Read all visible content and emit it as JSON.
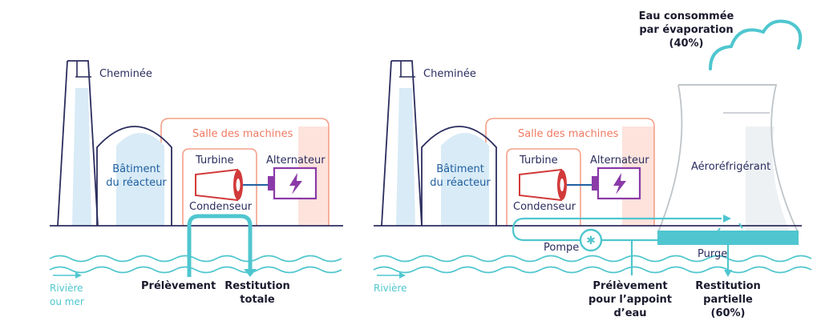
{
  "left": {
    "chimney": "Cheminée",
    "reactor_line1": "Bâtiment",
    "reactor_line2": "du réacteur",
    "machine_room": "Salle des machines",
    "turbine": "Turbine",
    "alternator": "Alternateur",
    "condenser": "Condenseur",
    "intake": "Prélèvement",
    "restitution_line1": "Restitution",
    "restitution_line2": "totale",
    "river_line1": "Rivière",
    "river_line2": "ou mer"
  },
  "right": {
    "evaporation_line1": "Eau consommée",
    "evaporation_line2": "par évaporation",
    "evaporation_line3": "(40%)",
    "chimney": "Cheminée",
    "reactor_line1": "Bâtiment",
    "reactor_line2": "du réacteur",
    "machine_room": "Salle des machines",
    "turbine": "Turbine",
    "alternator": "Alternateur",
    "cooling_tower": "Aéroréfrigérant",
    "condenser": "Condenseur",
    "pump": "Pompe",
    "purge": "Purge",
    "intake_line1": "Prélèvement",
    "intake_line2": "pour l’appoint",
    "intake_line3": "d’eau",
    "restitution_line1": "Restitution",
    "restitution_line2": "partielle",
    "restitution_line3": "(60%)",
    "river": "Rivière"
  },
  "colors": {
    "navy": "#2b2d5e",
    "teal": "#4fc6cf",
    "salmon": "#f07a62",
    "purple": "#8a3aa8",
    "red": "#d23a3a",
    "light_blue": "#d8ebf6",
    "light_salmon": "#fde3dc"
  },
  "icons": {
    "alternator_symbol": "lightning-bolt",
    "pump_symbol": "gear"
  }
}
